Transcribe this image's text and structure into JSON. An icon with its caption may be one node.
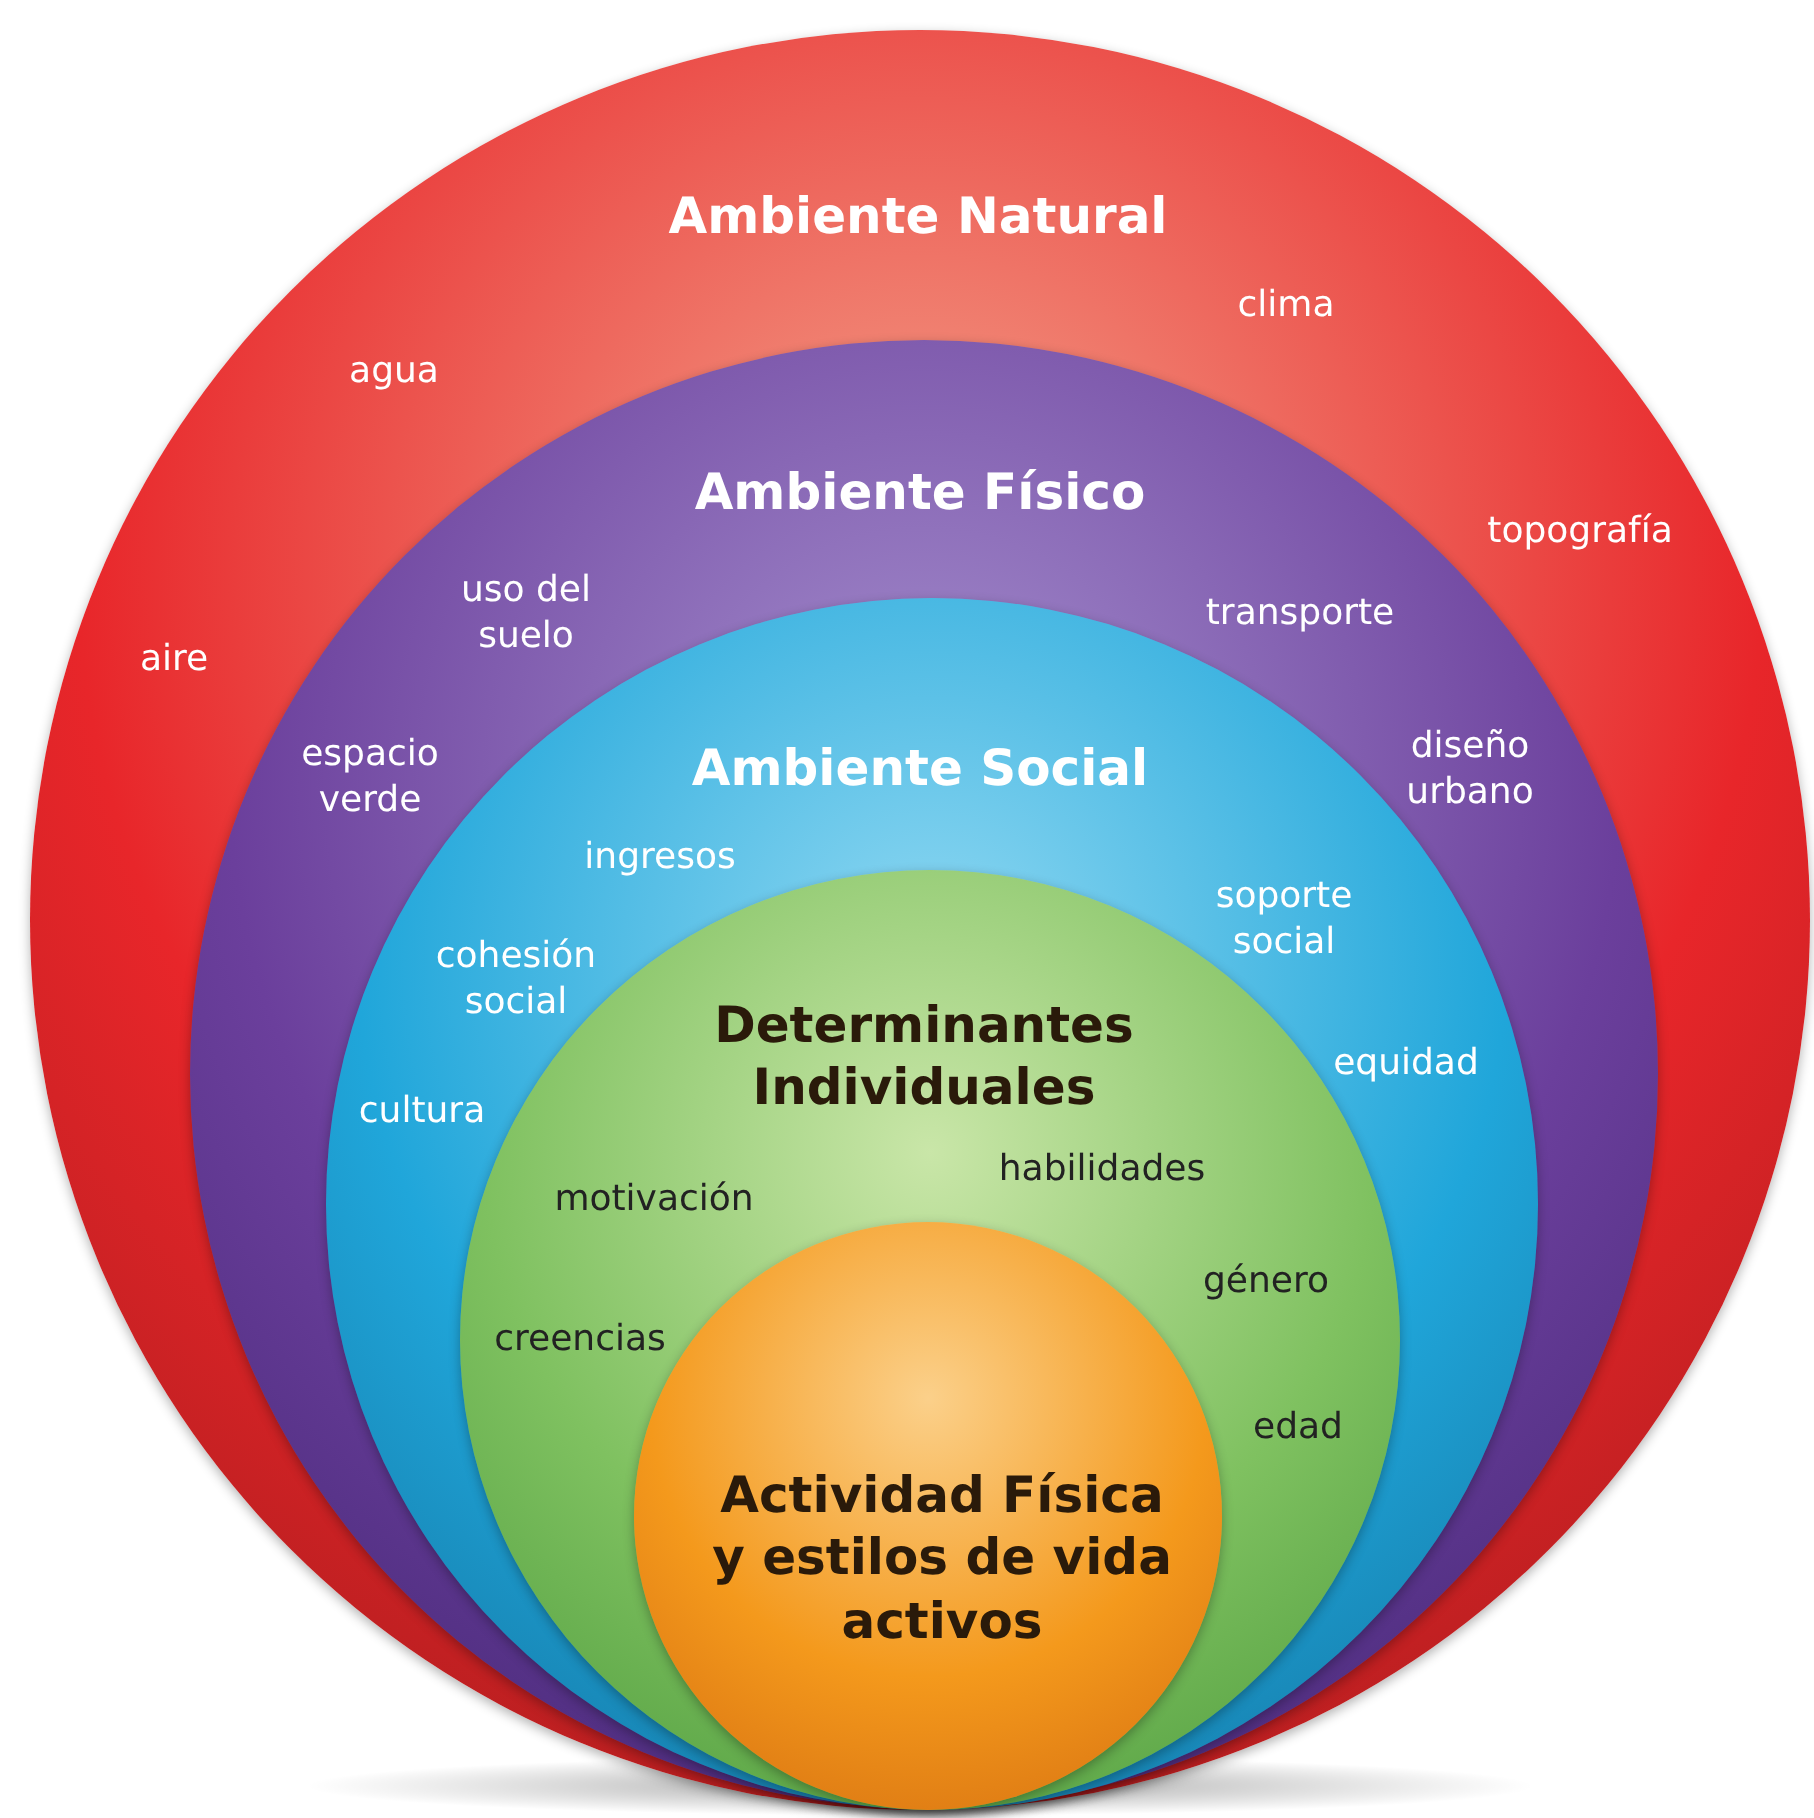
{
  "diagram": {
    "nodes": [
      {
        "text": [
          "Ambiente Natural"
        ]
      },
      {
        "text": [
          "Ambiente Físico"
        ],
        "in": 0
      },
      {
        "text": [
          "Ambiente Social"
        ],
        "in": 1
      },
      {
        "text": [
          "Determinantes Individuales"
        ],
        "in": 2
      },
      {
        "text": [
          "Actividad Física y estilos de vida activos"
        ],
        "in": 3
      }
    ],
    "labels": [
      "agua",
      "clima",
      "aire",
      "topografía",
      "uso del suelo",
      "transporte",
      "espacio verde",
      "diseño urbano",
      "ingresos",
      "soporte social",
      "cohesión social",
      "cultura",
      "equidad",
      "motivación",
      "habilidades",
      "género",
      "creencias",
      "edad"
    ]
  }
}
